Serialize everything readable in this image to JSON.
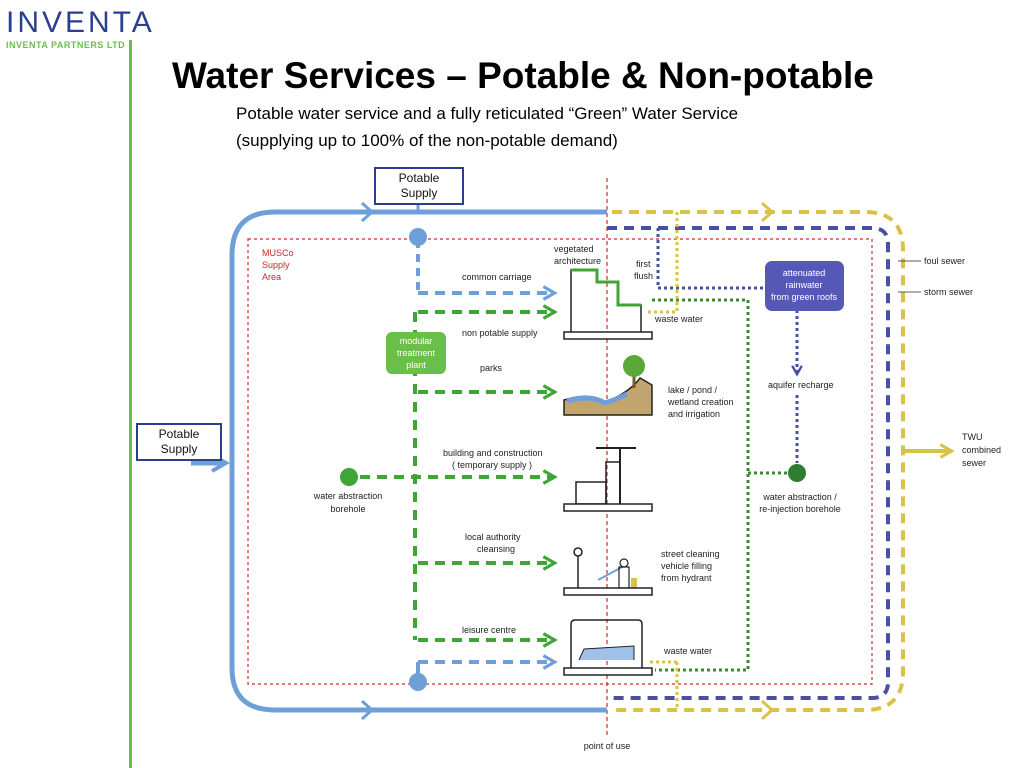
{
  "logo": {
    "word": "INVENTA",
    "sub": "INVENTA PARTNERS LTD"
  },
  "slide": {
    "title": "Water Services – Potable & Non-potable",
    "subtitle_line1": "Potable water service and a fully reticulated “Green” Water Service",
    "subtitle_line2": "(supplying  up to 100% of the non-potable demand)"
  },
  "boxes": {
    "potable_top": [
      "Potable",
      "Supply"
    ],
    "potable_left": [
      "Potable",
      "Supply"
    ]
  },
  "diagram": {
    "musco": [
      "MUSCo",
      "Supply",
      "Area"
    ],
    "common_carriage": "common carriage",
    "non_potable_supply": "non potable supply",
    "modular_plant": [
      "modular",
      "treatment",
      "plant"
    ],
    "parks": "parks",
    "building": [
      "building and construction",
      "( temporary supply )"
    ],
    "local_authority": [
      "local authority",
      "cleansing"
    ],
    "leisure_centre": "leisure centre",
    "borehole": [
      "water abstraction",
      "borehole"
    ],
    "vegetated": [
      "vegetated",
      "architecture"
    ],
    "first_flush": [
      "first",
      "flush"
    ],
    "waste_water_top": "waste water",
    "lake": [
      "lake / pond /",
      "wetland creation",
      "and irrigation"
    ],
    "street": [
      "street cleaning",
      "vehicle filling",
      "from hydrant"
    ],
    "waste_water_bottom": "waste water",
    "attenuated": [
      "attenuated",
      "rainwater",
      "from green roofs"
    ],
    "aquifer": "aquifer recharge",
    "reinjection": [
      "water abstraction /",
      "re-injection borehole"
    ],
    "foul_sewer": "foul sewer",
    "storm_sewer": "storm sewer",
    "twu": [
      "TWU",
      "combined",
      "sewer"
    ],
    "point_of_use": "point of use"
  },
  "colors": {
    "potable_blue": "#6f9fd8",
    "green": "#3fa535",
    "yellow": "#d9c24a",
    "navy": "#4a4fa3",
    "red": "#d62828",
    "logo_navy": "#2b3f8f",
    "logo_green": "#6abf4b"
  }
}
